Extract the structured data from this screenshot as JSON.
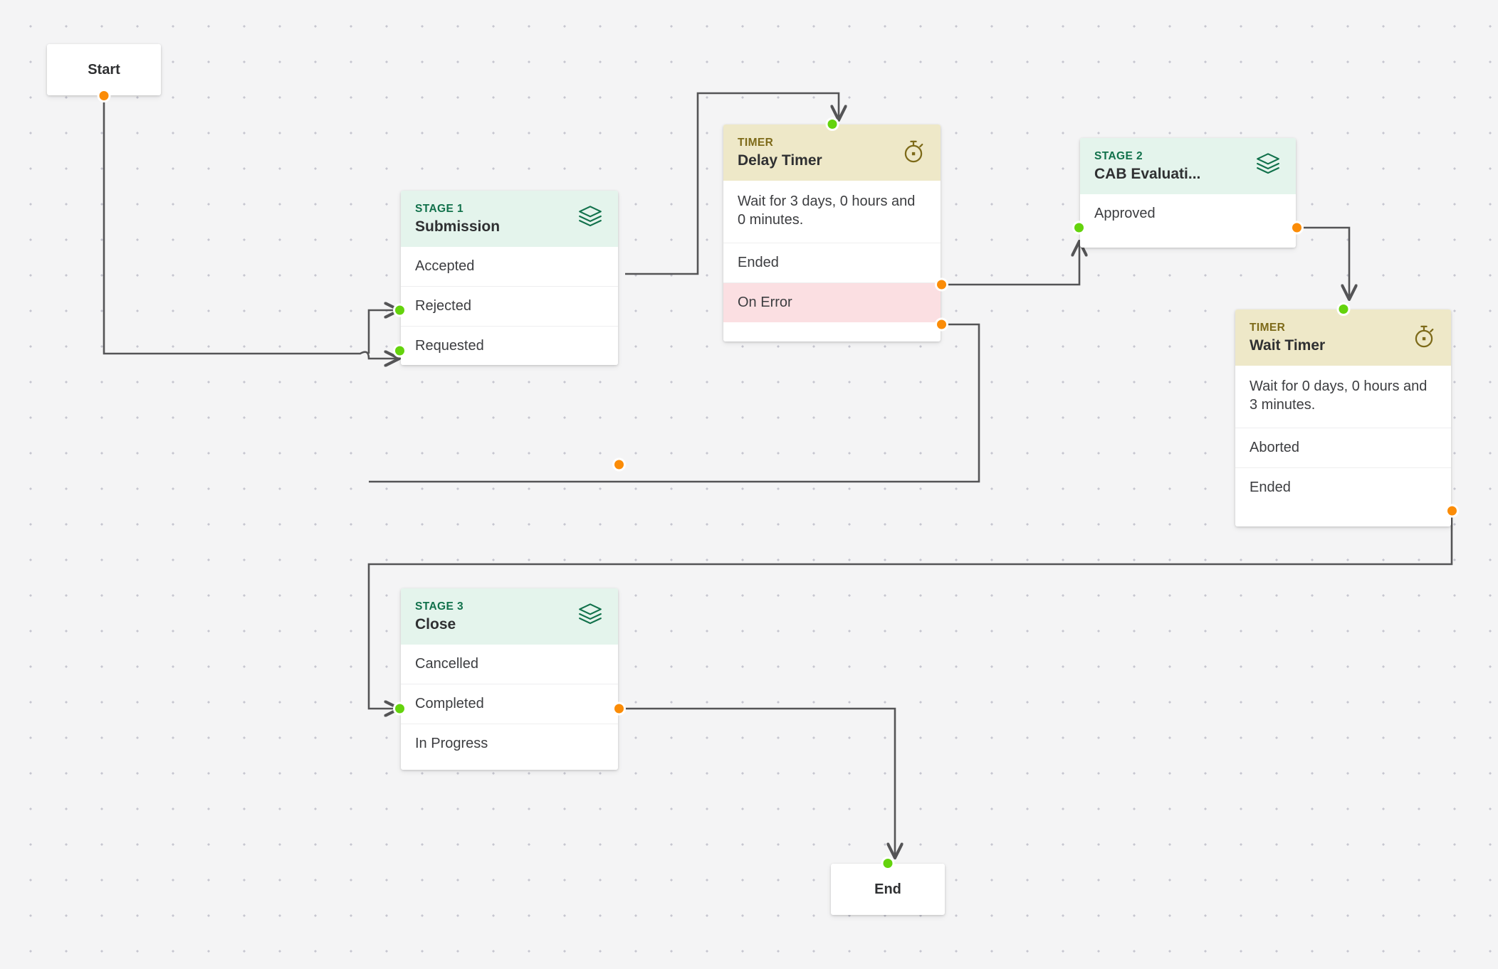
{
  "canvas": {
    "background_color": "#f4f4f5",
    "dot_color": "#c6c6d0",
    "edge_color": "#545456",
    "port_in_color": "#64d30d",
    "port_out_color": "#fb8c07"
  },
  "nodes": {
    "start": {
      "label": "Start",
      "type": "terminal"
    },
    "stage1": {
      "kicker": "STAGE 1",
      "title": "Submission",
      "icon": "layers-icon",
      "rows": [
        {
          "label": "Accepted",
          "in": false,
          "out": true
        },
        {
          "label": "Rejected",
          "in": true,
          "out": false
        },
        {
          "label": "Requested",
          "in": true,
          "out": false
        }
      ]
    },
    "delay_timer": {
      "kicker": "TIMER",
      "title": "Delay Timer",
      "icon": "stopwatch-icon",
      "description": "Wait for 3 days, 0 hours and 0 minutes.",
      "rows": [
        {
          "label": "Ended",
          "out": true,
          "state": "normal"
        },
        {
          "label": "On Error",
          "out": true,
          "state": "error"
        }
      ]
    },
    "stage2": {
      "kicker": "STAGE 2",
      "title": "CAB Evaluati...",
      "icon": "layers-icon",
      "rows": [
        {
          "label": "Approved",
          "in": true,
          "out": true
        }
      ]
    },
    "wait_timer": {
      "kicker": "TIMER",
      "title": "Wait Timer",
      "icon": "stopwatch-icon",
      "description": "Wait for 0 days, 0 hours and 3 minutes.",
      "rows": [
        {
          "label": "Aborted",
          "out": false
        },
        {
          "label": "Ended",
          "out": true
        }
      ]
    },
    "stage3": {
      "kicker": "STAGE 3",
      "title": "Close",
      "icon": "layers-icon",
      "rows": [
        {
          "label": "Cancelled",
          "in": false,
          "out": false
        },
        {
          "label": "Completed",
          "in": true,
          "out": true
        },
        {
          "label": "In Progress",
          "in": false,
          "out": false
        }
      ]
    },
    "end": {
      "label": "End",
      "type": "terminal"
    }
  },
  "edges": [
    {
      "from": "start",
      "to": "stage1.Requested"
    },
    {
      "from": "start",
      "to": "stage1.Rejected"
    },
    {
      "from": "stage1.Accepted",
      "to": "delay_timer.top"
    },
    {
      "from": "delay_timer.Ended",
      "to": "stage2.Approved"
    },
    {
      "from": "delay_timer.OnError",
      "to": "stage1.Requested"
    },
    {
      "from": "stage2.Approved",
      "to": "wait_timer.top"
    },
    {
      "from": "wait_timer.Ended",
      "to": "stage3.Completed"
    },
    {
      "from": "stage3.Completed",
      "to": "end.top"
    }
  ]
}
